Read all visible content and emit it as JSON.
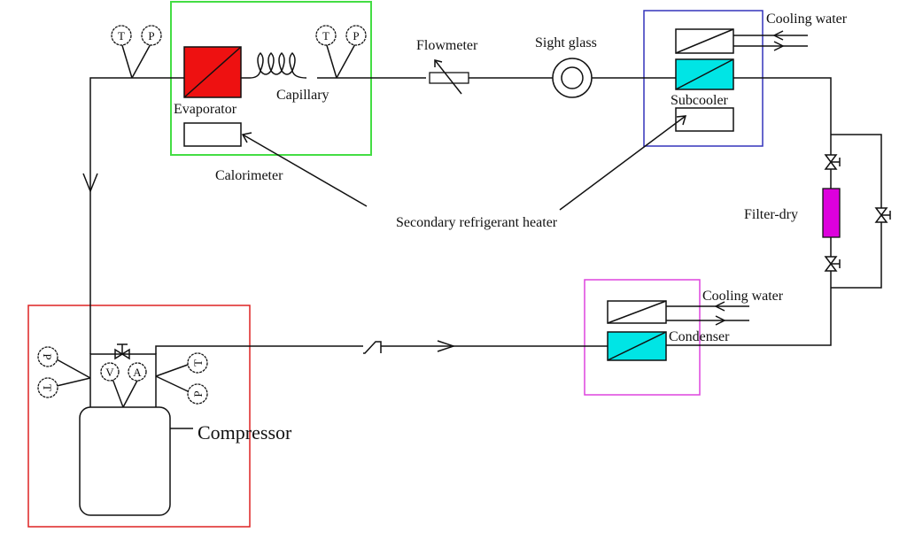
{
  "labels": {
    "cooling_water_top": "Cooling water",
    "flowmeter": "Flowmeter",
    "sight_glass": "Sight glass",
    "capillary": "Capillary",
    "evaporator": "Evaporator",
    "subcooler": "Subcooler",
    "calorimeter": "Calorimeter",
    "secondary_heater": "Secondary refrigerant heater",
    "filter_dry": "Filter-dry",
    "cooling_water_bottom": "Cooling water",
    "condenser": "Condenser",
    "compressor": "Compressor"
  },
  "gauges": {
    "t": "T",
    "p": "P",
    "v": "V",
    "a": "A"
  },
  "colors": {
    "calorimeter_box": "#44dd44",
    "subcooler_box": "#3333bb",
    "condenser_box": "#dd44dd",
    "compressor_box": "#dd2222",
    "evaporator": "#ee1111",
    "heat_exchanger": "#00e5e5",
    "filter_dry": "#dd00dd"
  }
}
